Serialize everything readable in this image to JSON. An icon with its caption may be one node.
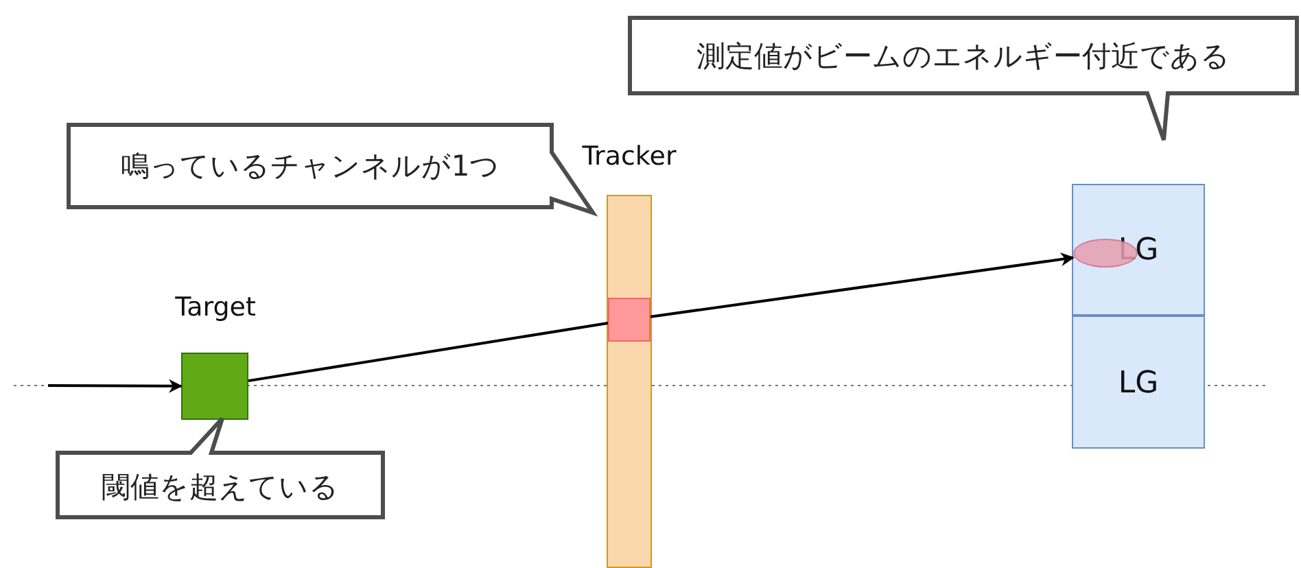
{
  "diagram": {
    "nodes": [
      {
        "text": [
          "測定値がビームのエネルギー付近である"
        ]
      },
      {
        "text": [
          "鳴っているチャンネルが1つ"
        ]
      },
      {
        "text": [
          "Tracker"
        ]
      },
      {
        "text": [],
        "shape": "box",
        "in": 2
      },
      {
        "text": [
          "LG"
        ]
      },
      {
        "text": [],
        "shape": "ellipse",
        "in": 4
      },
      {
        "text": [
          "LG"
        ]
      },
      {
        "text": [
          "Target"
        ]
      },
      {
        "text": [
          "閾値を超えている"
        ]
      }
    ],
    "edges": [
      {
        "from": null,
        "to": 7,
        "arrow": "to"
      },
      {
        "from": 7,
        "to": 3,
        "arrow": "none"
      },
      {
        "from": 3,
        "to": 5,
        "arrow": "to"
      }
    ]
  }
}
